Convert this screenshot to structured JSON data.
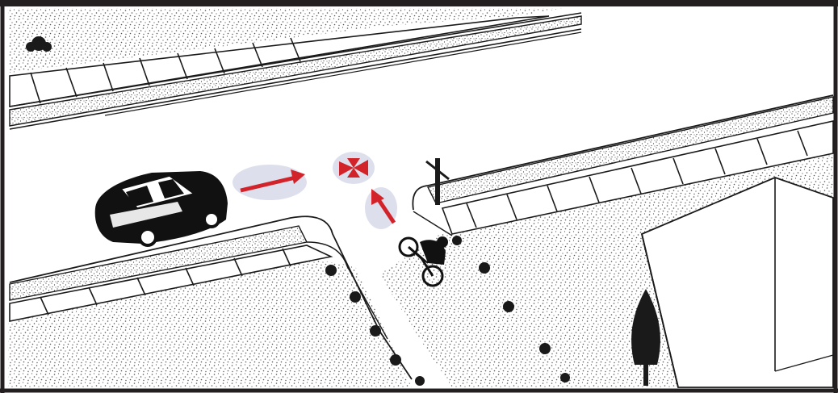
{
  "illustration": {
    "subject": "car-bicycle-intersection",
    "colors": {
      "frame": "#231f20",
      "ink": "#1a1a1a",
      "paper": "#ffffff",
      "arrow": "#d2232a",
      "highlight": "#dde0ec",
      "stipple": "#555555"
    },
    "elements": [
      {
        "name": "car",
        "icon": "police-car-icon"
      },
      {
        "name": "bicycle-rider",
        "icon": "cyclist-icon"
      },
      {
        "name": "car-direction-arrow",
        "icon": "arrow-right-icon"
      },
      {
        "name": "bicycle-direction-arrow",
        "icon": "arrow-up-icon"
      },
      {
        "name": "collision-point",
        "icon": "collision-icon"
      },
      {
        "name": "stop-sign-post",
        "icon": "sign-post-icon"
      },
      {
        "name": "building",
        "icon": "building-icon"
      },
      {
        "name": "tree",
        "icon": "tree-icon"
      }
    ]
  }
}
